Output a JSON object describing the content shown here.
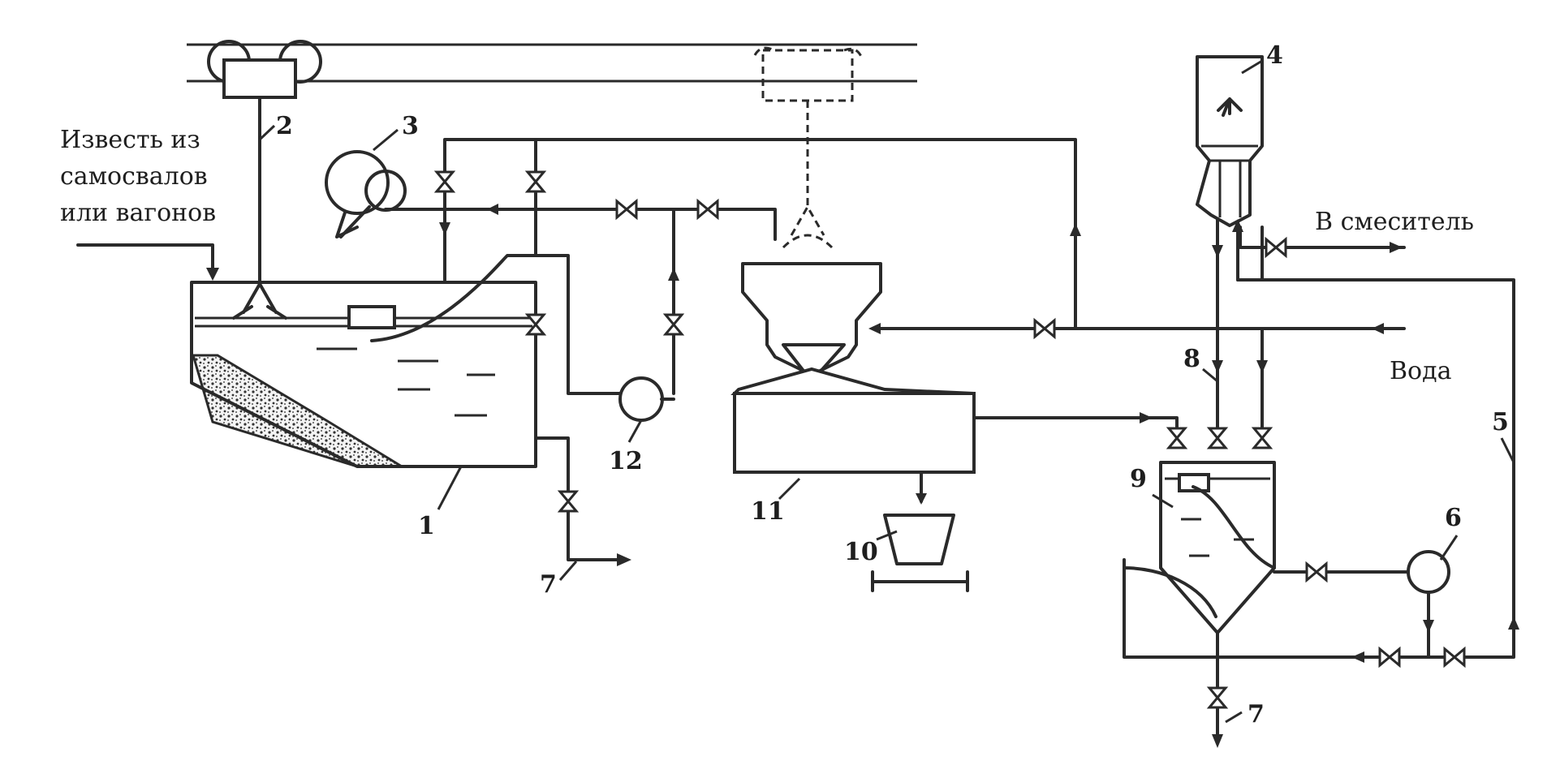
{
  "labels": {
    "lime_source": [
      "Известь из",
      "самосвалов",
      "или вагонов"
    ],
    "to_mixer": "В смеситель",
    "water": "Вода"
  },
  "numbers": {
    "n1": "1",
    "n2": "2",
    "n3": "3",
    "n4": "4",
    "n5": "5",
    "n6": "6",
    "n7a": "7",
    "n7b": "7",
    "n8": "8",
    "n9": "9",
    "n10": "10",
    "n11": "11",
    "n12": "12"
  },
  "colors": {
    "ink": "#2a2a2a",
    "paper": "#ffffff"
  }
}
